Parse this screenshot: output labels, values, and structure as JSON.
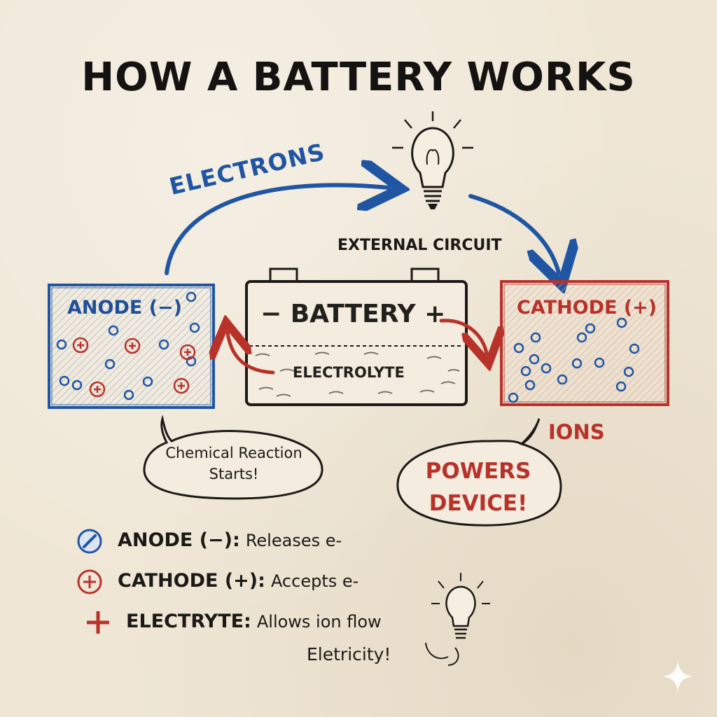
{
  "title": "HOW A BATTERY WORKS",
  "labels": {
    "electrons": "ELECTRONS",
    "external_circuit": "EXTERNAL CIRCUIT",
    "anode": "ANODE (−)",
    "cathode": "CATHODE (+)",
    "battery": "− BATTERY +",
    "electrolyte": "ELECTROLYTE",
    "ions": "IONS"
  },
  "bubbles": {
    "left": [
      "Chemical Reaction",
      "Starts!"
    ],
    "right": [
      "POWERS",
      "DEVICE!"
    ]
  },
  "legend": [
    {
      "term": "ANODE (−):",
      "desc": "Releases e-",
      "icon": "pencil-circle-icon",
      "color": "#1f55a3"
    },
    {
      "term": "CATHODE (+):",
      "desc": "Accepts e-",
      "icon": "plus-circle-icon",
      "color": "#b8322a"
    },
    {
      "term": "ELECTRYTE:",
      "desc": "Allows ion flow",
      "icon": "plus-icon",
      "color": "#b8322a"
    }
  ],
  "electricity": "Eletricity!",
  "colors": {
    "blue": "#1f55a3",
    "red": "#b8322a",
    "ink": "#1c1a17",
    "paper": "#efe6d5"
  }
}
